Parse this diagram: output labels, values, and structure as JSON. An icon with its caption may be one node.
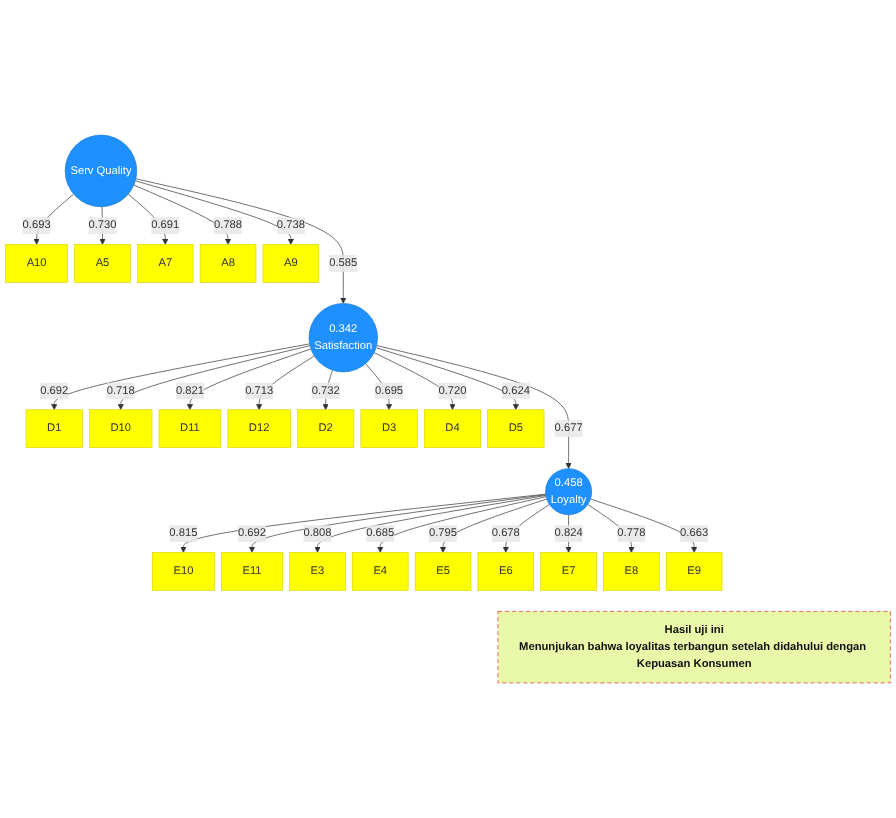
{
  "diagram": {
    "nodes": [
      {
        "text": [
          "A10"
        ]
      },
      {
        "text": [
          "A5"
        ]
      },
      {
        "text": [
          "A7"
        ]
      },
      {
        "text": [
          "A8"
        ]
      },
      {
        "text": [
          "A9"
        ]
      },
      {
        "text": [
          "Serv Quality"
        ]
      },
      {
        "text": [
          "D1"
        ]
      },
      {
        "text": [
          "D10"
        ]
      },
      {
        "text": [
          "D11"
        ]
      },
      {
        "text": [
          "D12"
        ]
      },
      {
        "text": [
          "D2"
        ]
      },
      {
        "text": [
          "D3"
        ]
      },
      {
        "text": [
          "D4"
        ]
      },
      {
        "text": [
          "D5"
        ]
      },
      {
        "text": [
          "0.342",
          "Satisfaction"
        ]
      },
      {
        "text": [
          "0.458",
          "Loyalty"
        ]
      },
      {
        "text": [
          "E10"
        ]
      },
      {
        "text": [
          "E11"
        ]
      },
      {
        "text": [
          "E3"
        ]
      },
      {
        "text": [
          "E4"
        ]
      },
      {
        "text": [
          "E5"
        ]
      },
      {
        "text": [
          "E6"
        ]
      },
      {
        "text": [
          "E7"
        ]
      },
      {
        "text": [
          "E8"
        ]
      },
      {
        "text": [
          "E9"
        ]
      },
      {
        "text": [
          "Hasil uji ini",
          "Menunjukan bahwa loyalitas terbangun setelah didahului dengan Kepuasan Konsumen"
        ]
      }
    ],
    "edges": [
      {
        "from": 5,
        "to": 0,
        "arrow": "to",
        "label": "0.693"
      },
      {
        "from": 5,
        "to": 1,
        "arrow": "to",
        "label": "0.730"
      },
      {
        "from": 5,
        "to": 2,
        "arrow": "to",
        "label": "0.691"
      },
      {
        "from": 5,
        "to": 3,
        "arrow": "to",
        "label": "0.788"
      },
      {
        "from": 5,
        "to": 4,
        "arrow": "to",
        "label": "0.738"
      },
      {
        "from": 14,
        "to": 6,
        "arrow": "to",
        "label": "0.692"
      },
      {
        "from": 14,
        "to": 7,
        "arrow": "to",
        "label": "0.718"
      },
      {
        "from": 14,
        "to": 8,
        "arrow": "to",
        "label": "0.821"
      },
      {
        "from": 14,
        "to": 9,
        "arrow": "to",
        "label": "0.713"
      },
      {
        "from": 14,
        "to": 10,
        "arrow": "to",
        "label": "0.732"
      },
      {
        "from": 14,
        "to": 11,
        "arrow": "to",
        "label": "0.695"
      },
      {
        "from": 14,
        "to": 12,
        "arrow": "to",
        "label": "0.720"
      },
      {
        "from": 14,
        "to": 13,
        "arrow": "to",
        "label": "0.624"
      },
      {
        "from": 5,
        "to": 14,
        "arrow": "to",
        "label": "0.585"
      },
      {
        "from": 14,
        "to": 15,
        "arrow": "to",
        "label": "0.677"
      },
      {
        "from": 15,
        "to": 16,
        "arrow": "to",
        "label": "0.815"
      },
      {
        "from": 15,
        "to": 17,
        "arrow": "to",
        "label": "0.692"
      },
      {
        "from": 15,
        "to": 18,
        "arrow": "to",
        "label": "0.808"
      },
      {
        "from": 15,
        "to": 19,
        "arrow": "to",
        "label": "0.685"
      },
      {
        "from": 15,
        "to": 20,
        "arrow": "to",
        "label": "0.795"
      },
      {
        "from": 15,
        "to": 21,
        "arrow": "to",
        "label": "0.678"
      },
      {
        "from": 15,
        "to": 22,
        "arrow": "to",
        "label": "0.824"
      },
      {
        "from": 15,
        "to": 23,
        "arrow": "to",
        "label": "0.778"
      },
      {
        "from": 15,
        "to": 24,
        "arrow": "to",
        "label": "0.663"
      }
    ]
  }
}
